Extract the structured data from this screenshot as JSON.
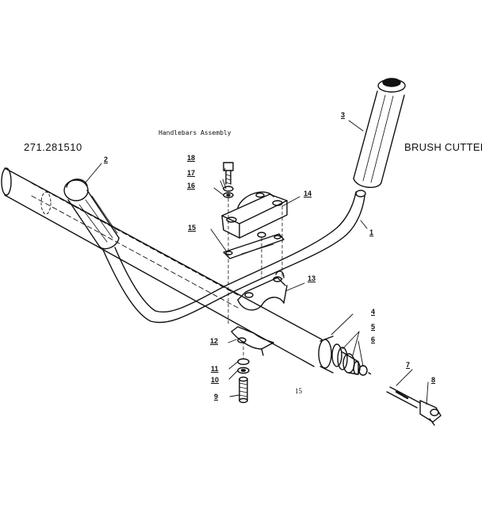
{
  "header": {
    "part_number": "271.281510",
    "title": "Handlebars Assembly",
    "product": "BRUSH CUTTER"
  },
  "callouts": {
    "c1": "1",
    "c2": "2",
    "c3": "3",
    "c4": "4",
    "c5": "5",
    "c6": "6",
    "c7": "7",
    "c8": "8",
    "c9": "9",
    "c10": "10",
    "c11": "11",
    "c12": "12",
    "c13": "13",
    "c14": "14",
    "c15": "15",
    "c16": "16",
    "c17": "17",
    "c18": "18"
  },
  "footer": {
    "page": "15"
  },
  "colors": {
    "ink": "#111111",
    "paper": "#ffffff"
  }
}
